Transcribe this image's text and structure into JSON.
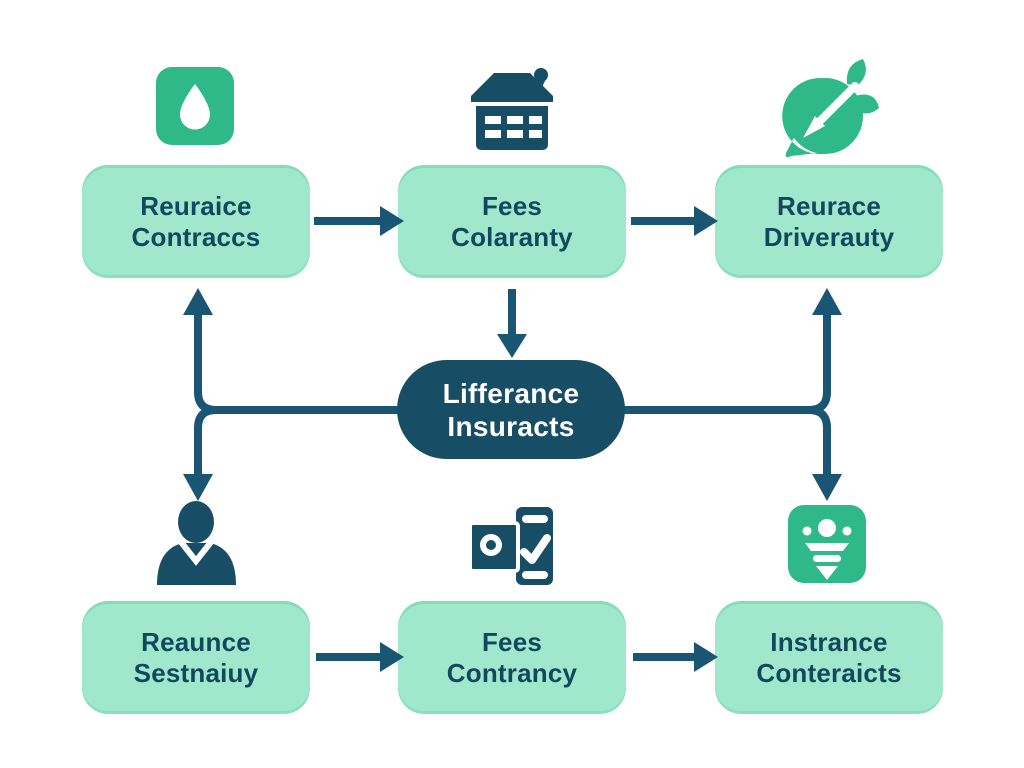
{
  "diagram": {
    "center": {
      "line1": "Lifferance",
      "line2": "Insuracts"
    },
    "top_row": [
      {
        "icon": "water-drop-icon",
        "line1": "Reuraice",
        "line2": "Contraccs"
      },
      {
        "icon": "house-icon",
        "line1": "Fees",
        "line2": "Colaranty"
      },
      {
        "icon": "dart-target-icon",
        "line1": "Reurace",
        "line2": "Driverauty"
      }
    ],
    "bottom_row": [
      {
        "icon": "person-icon",
        "line1": "Reaunce",
        "line2": "Sestnaiuy"
      },
      {
        "icon": "document-check-icon",
        "line1": "Fees",
        "line2": "Contrancy"
      },
      {
        "icon": "funnel-icon",
        "line1": "Instrance",
        "line2": "Conteraicts"
      }
    ],
    "colors": {
      "box_green": "#9fe8cc",
      "icon_green": "#2fb888",
      "navy": "#174e66",
      "arrow_navy": "#1a5674",
      "text_navy": "#11475f",
      "white": "#ffffff",
      "background": "#ffffff"
    }
  }
}
